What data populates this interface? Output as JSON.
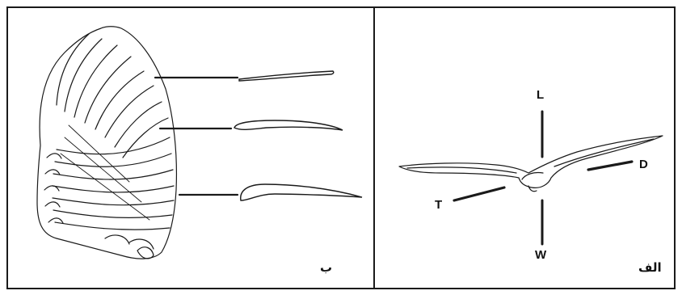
{
  "panels": {
    "left": {
      "caption": "ب"
    },
    "right": {
      "caption": "الف",
      "force_labels": {
        "lift": "L",
        "drag": "D",
        "thrust": "T",
        "weight": "W"
      }
    }
  },
  "colors": {
    "ink": "#1a1a1a",
    "background": "#ffffff"
  }
}
